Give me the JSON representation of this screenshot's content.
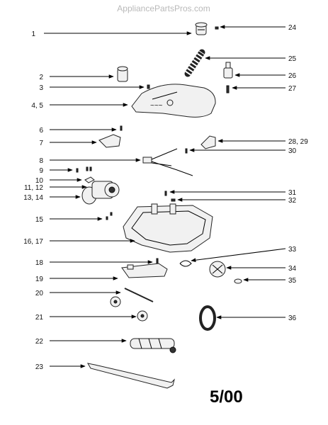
{
  "watermark": "AppliancePartsPros.com",
  "revision": "5/00",
  "callouts_left": [
    "1",
    "2",
    "3",
    "4, 5",
    "6",
    "7",
    "8",
    "9",
    "10",
    "11, 12",
    "13, 14",
    "15",
    "16, 17",
    "18",
    "19",
    "20",
    "21",
    "22",
    "23"
  ],
  "callouts_right": [
    "24",
    "25",
    "26",
    "27",
    "28, 29",
    "30",
    "31",
    "32",
    "33",
    "34",
    "35",
    "36"
  ]
}
